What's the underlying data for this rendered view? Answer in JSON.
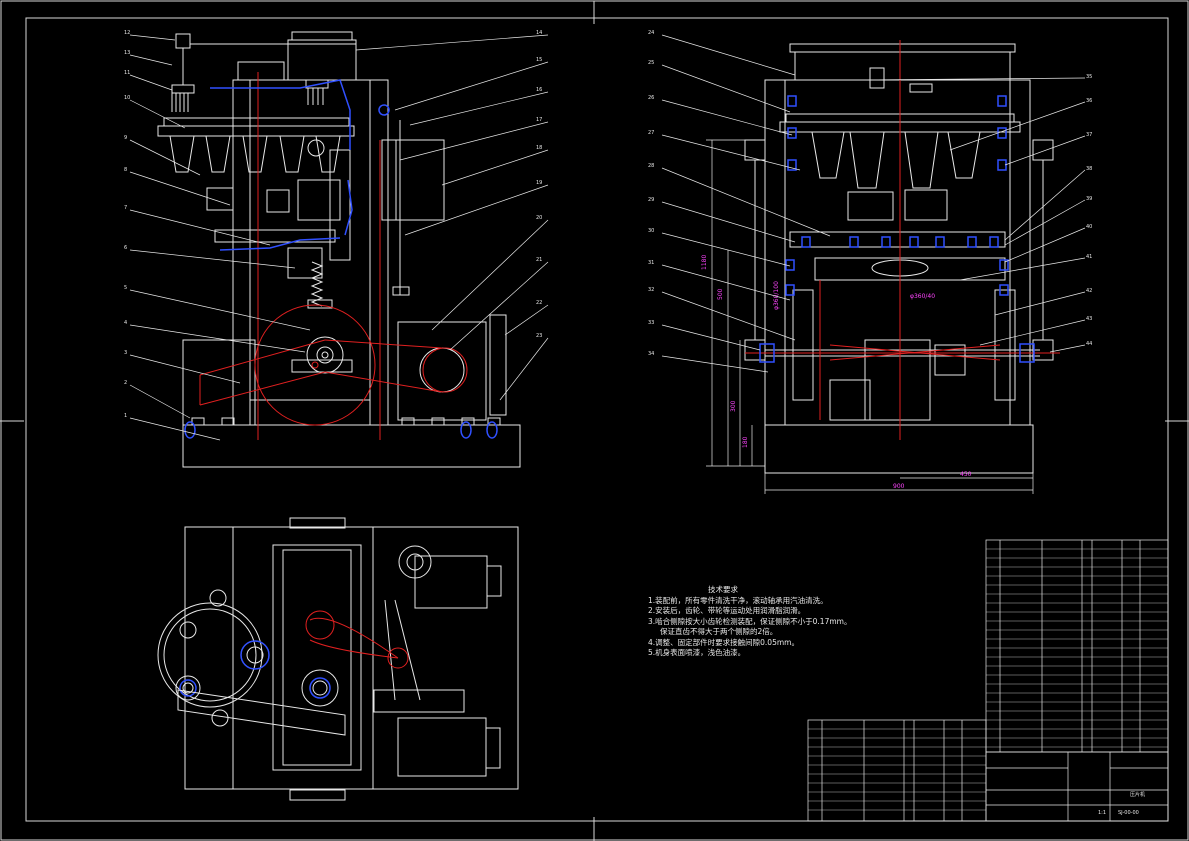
{
  "front_view": {
    "callouts_left": [
      "12",
      "13",
      "11",
      "10",
      "9",
      "8",
      "7",
      "6",
      "5",
      "4",
      "3",
      "2",
      "1"
    ],
    "callouts_right": [
      "14",
      "15",
      "16",
      "17",
      "18",
      "19",
      "20",
      "21",
      "22",
      "23"
    ]
  },
  "side_view": {
    "callouts_left": [
      "24",
      "25",
      "26",
      "27",
      "28",
      "29",
      "30",
      "31",
      "32",
      "33",
      "34"
    ],
    "callouts_right": [
      "35",
      "36",
      "37",
      "38",
      "39",
      "40",
      "41",
      "42",
      "43",
      "44"
    ],
    "dimensions": {
      "total_height": "1180",
      "height_2": "500",
      "height_3": "300",
      "base_height": "180",
      "width_half": "450",
      "total_width": "900",
      "spindle_label": "φ360/100",
      "pitch_label": "φ360/40"
    }
  },
  "notes": {
    "title": "技术要求",
    "lines": [
      "1.装配前，所有零件清洗干净，滚动轴承用汽油清洗。",
      "2.安装后，齿轮、带轮等运动处用润滑脂润滑。",
      "3.啮合侧隙按大小齿轮检测装配，保证侧隙不小于0.17mm。",
      "  保证直齿不得大于两个侧隙的2倍。",
      "4.调整、固定部件时要求接触间隙0.05mm。",
      "5.机身表面喷漆，浅色油漆。"
    ]
  },
  "title_block": {
    "drawing_number": "SJ-00-00",
    "name": "压片机",
    "scale": "1:1"
  }
}
